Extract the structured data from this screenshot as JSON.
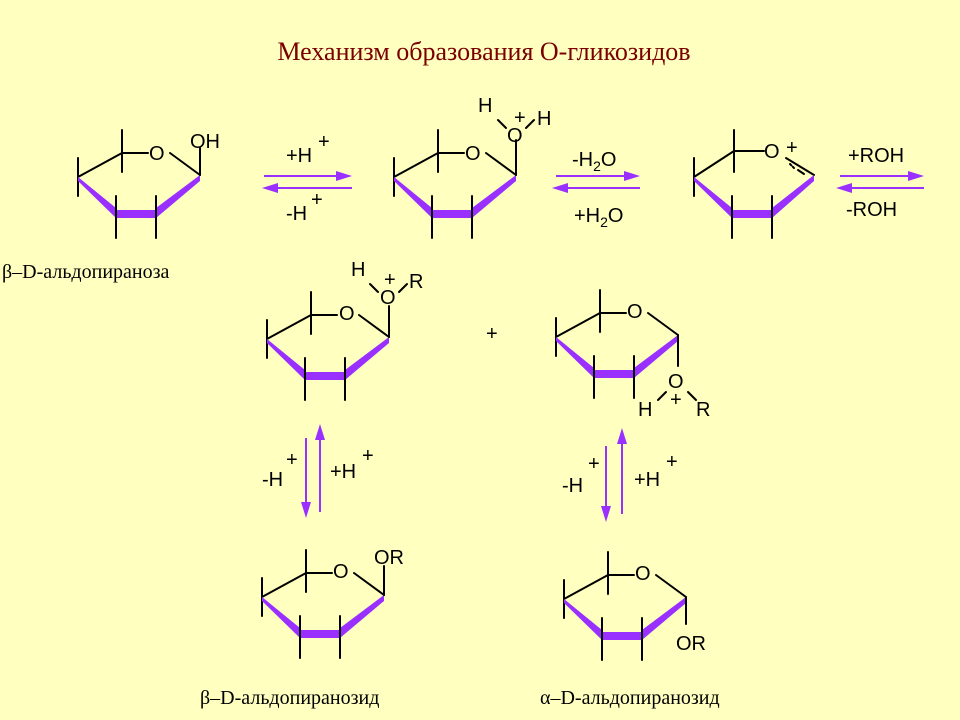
{
  "title": "Механизм образования О-гликозидов",
  "colors": {
    "background": "#ffffc0",
    "title": "#7a0000",
    "bond_bold": "#9a30ff",
    "arrow": "#9a30ff"
  },
  "ring_oxygen": "O",
  "substituents": {
    "oh": "OH",
    "h": "H",
    "o": "O",
    "plus": "+",
    "r": "R",
    "or": "OR"
  },
  "arrows": {
    "step1_forward": "+H",
    "step1_reverse": "-H",
    "step2_forward": "-H",
    "step2_forward_sub": "2",
    "step2_forward_tail": "O",
    "step2_reverse": "+H",
    "step2_reverse_sub": "2",
    "step2_reverse_tail": "O",
    "step3_forward": "+ROH",
    "step3_reverse": "-ROH",
    "vertical_up": "+H",
    "vertical_down": "-H",
    "charge": "+"
  },
  "captions": {
    "beta_aldopyranose": "β–D-альдопираноза",
    "beta_aldopyranoside": "β–D-альдопиранозид",
    "alpha_aldopyranoside": "α–D-альдопиранозид"
  },
  "between_plus": "+"
}
